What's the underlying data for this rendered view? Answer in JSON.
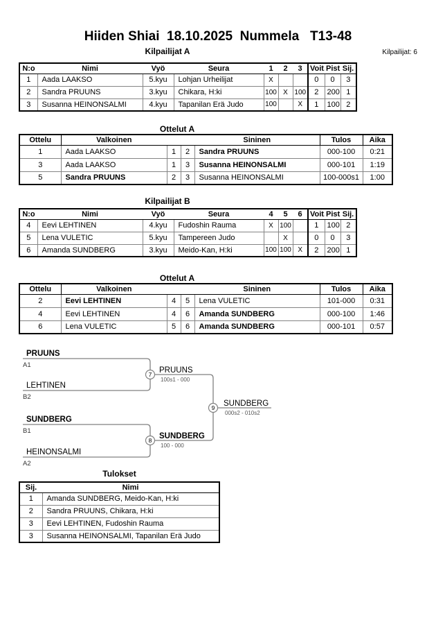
{
  "page": {
    "title": "Hiiden Shiai  18.10.2025  Nummela   T13-48",
    "competitors_note": "Kilpailijat: 6"
  },
  "pool_a": {
    "heading": "Kilpailijat A",
    "headers": {
      "no": "N:o",
      "name": "Nimi",
      "belt": "Vyö",
      "club": "Seura",
      "c1": "1",
      "c2": "2",
      "c3": "3",
      "wins": "Voit.",
      "points": "Pist.",
      "place": "Sij."
    },
    "rows": [
      {
        "no": "1",
        "name": "Aada LAAKSO",
        "belt": "5.kyu",
        "club": "Lohjan Urheilijat",
        "c1": "X",
        "c2": "",
        "c3": "",
        "wins": "0",
        "points": "0",
        "place": "3"
      },
      {
        "no": "2",
        "name": "Sandra PRUUNS",
        "belt": "3.kyu",
        "club": "Chikara, H:ki",
        "c1": "100",
        "c2": "X",
        "c3": "100",
        "wins": "2",
        "points": "200",
        "place": "1"
      },
      {
        "no": "3",
        "name": "Susanna HEINONSALMI",
        "belt": "4.kyu",
        "club": "Tapanilan Erä Judo",
        "c1": "100",
        "c2": "",
        "c3": "X",
        "wins": "1",
        "points": "100",
        "place": "2"
      }
    ]
  },
  "matches_a": {
    "heading": "Ottelut A",
    "headers": {
      "match": "Ottelu",
      "white": "Valkoinen",
      "blue": "Sininen",
      "result": "Tulos",
      "time": "Aika"
    },
    "rows": [
      {
        "match": "1",
        "white": "Aada LAAKSO",
        "white_no": "1",
        "blue_no": "2",
        "blue": "Sandra PRUUNS",
        "winner": "blue",
        "result": "000-100",
        "time": "0:21"
      },
      {
        "match": "3",
        "white": "Aada LAAKSO",
        "white_no": "1",
        "blue_no": "3",
        "blue": "Susanna HEINONSALMI",
        "winner": "blue",
        "result": "000-101",
        "time": "1:19"
      },
      {
        "match": "5",
        "white": "Sandra PRUUNS",
        "white_no": "2",
        "blue_no": "3",
        "blue": "Susanna HEINONSALMI",
        "winner": "white",
        "result": "100-000s1",
        "time": "1:00"
      }
    ]
  },
  "pool_b": {
    "heading": "Kilpailijat B",
    "headers": {
      "no": "N:o",
      "name": "Nimi",
      "belt": "Vyö",
      "club": "Seura",
      "c1": "4",
      "c2": "5",
      "c3": "6",
      "wins": "Voit.",
      "points": "Pist.",
      "place": "Sij."
    },
    "rows": [
      {
        "no": "4",
        "name": "Eevi LEHTINEN",
        "belt": "4.kyu",
        "club": "Fudoshin Rauma",
        "c1": "X",
        "c2": "100",
        "c3": "",
        "wins": "1",
        "points": "100",
        "place": "2"
      },
      {
        "no": "5",
        "name": "Lena VULETIC",
        "belt": "5.kyu",
        "club": "Tampereen Judo",
        "c1": "",
        "c2": "X",
        "c3": "",
        "wins": "0",
        "points": "0",
        "place": "3"
      },
      {
        "no": "6",
        "name": "Amanda SUNDBERG",
        "belt": "3.kyu",
        "club": "Meido-Kan, H:ki",
        "c1": "100",
        "c2": "100",
        "c3": "X",
        "wins": "2",
        "points": "200",
        "place": "1"
      }
    ]
  },
  "matches_b": {
    "heading": "Ottelut A",
    "headers": {
      "match": "Ottelu",
      "white": "Valkoinen",
      "blue": "Sininen",
      "result": "Tulos",
      "time": "Aika"
    },
    "rows": [
      {
        "match": "2",
        "white": "Eevi LEHTINEN",
        "white_no": "4",
        "blue_no": "5",
        "blue": "Lena VULETIC",
        "winner": "white",
        "result": "101-000",
        "time": "0:31"
      },
      {
        "match": "4",
        "white": "Eevi LEHTINEN",
        "white_no": "4",
        "blue_no": "6",
        "blue": "Amanda SUNDBERG",
        "winner": "blue",
        "result": "000-100",
        "time": "1:46"
      },
      {
        "match": "6",
        "white": "Lena VULETIC",
        "white_no": "5",
        "blue_no": "6",
        "blue": "Amanda SUNDBERG",
        "winner": "blue",
        "result": "000-101",
        "time": "0:57"
      }
    ]
  },
  "bracket": {
    "slots": [
      {
        "seed": "A1",
        "name": "PRUUNS",
        "bold": true
      },
      {
        "seed": "B2",
        "name": "LEHTINEN",
        "bold": false
      },
      {
        "seed": "B1",
        "name": "SUNDBERG",
        "bold": true
      },
      {
        "seed": "A2",
        "name": "HEINONSALMI",
        "bold": false
      }
    ],
    "matches": [
      {
        "number": "7",
        "winner": "PRUUNS",
        "score": "100s1 - 000",
        "winner_bold": false
      },
      {
        "number": "8",
        "winner": "SUNDBERG",
        "score": "100 - 000",
        "winner_bold": true
      },
      {
        "number": "9",
        "winner": "SUNDBERG",
        "score": "000s2 - 010s2",
        "winner_bold": false
      }
    ],
    "line_color": "#808080"
  },
  "results": {
    "heading": "Tulokset",
    "headers": {
      "place": "Sij.",
      "name": "Nimi"
    },
    "rows": [
      {
        "place": "1",
        "name": "Amanda SUNDBERG, Meido-Kan, H:ki"
      },
      {
        "place": "2",
        "name": "Sandra PRUUNS, Chikara, H:ki"
      },
      {
        "place": "3",
        "name": "Eevi LEHTINEN, Fudoshin Rauma"
      },
      {
        "place": "3",
        "name": "Susanna HEINONSALMI, Tapanilan Erä Judo"
      }
    ]
  }
}
